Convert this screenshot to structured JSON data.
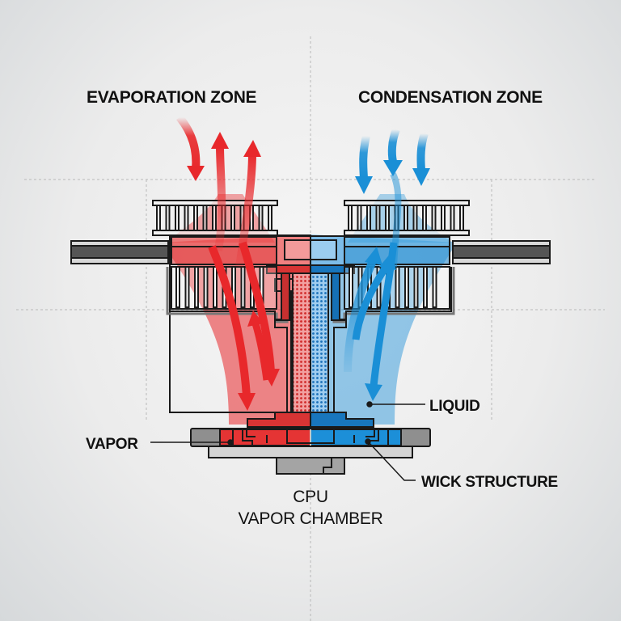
{
  "diagram": {
    "zones": {
      "evaporation": "EVAPORATION ZONE",
      "condensation": "CONDENSATION ZONE"
    },
    "callouts": {
      "vapor": "VAPOR",
      "liquid": "LIQUID",
      "wick": "WICK STRUCTURE"
    },
    "caption": {
      "line1": "CPU",
      "line2": "VAPOR CHAMBER"
    },
    "colors": {
      "hot": "#e8282b",
      "hot_light": "#f28a8a",
      "cold": "#1a8fd6",
      "cold_light": "#8cc4ea",
      "outline": "#1a1a1a",
      "metal": "#8f8f8f",
      "metal_light": "#d4d4d4"
    },
    "icons": {
      "hot_flow": "arrow-up-down-curved-red",
      "cold_flow": "arrow-down-curved-blue"
    }
  }
}
